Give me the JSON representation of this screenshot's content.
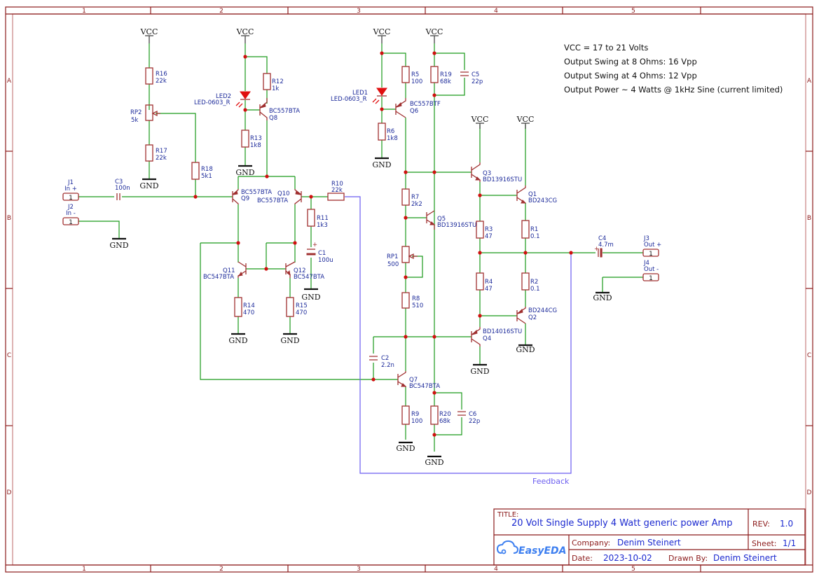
{
  "sheet": {
    "columns": [
      "1",
      "2",
      "3",
      "4",
      "5"
    ],
    "rows": [
      "A",
      "B",
      "C",
      "D"
    ]
  },
  "notes": [
    "VCC = 17 to 21 Volts",
    "Output Swing at 8 Ohms: 16 Vpp",
    "Output Swing at 4 Ohms: 12 Vpp",
    "Output Power ~ 4 Watts @ 1kHz Sine (current limited)"
  ],
  "nets": {
    "vcc": "VCC",
    "gnd": "GND",
    "feedback": "Feedback"
  },
  "components": {
    "R16": {
      "ref": "R16",
      "value": "22k"
    },
    "RP2": {
      "ref": "RP2",
      "value": "5k"
    },
    "R17": {
      "ref": "R17",
      "value": "22k"
    },
    "R18": {
      "ref": "R18",
      "value": "5k1"
    },
    "LED2": {
      "ref": "LED2",
      "value": "LED-0603_R"
    },
    "R12": {
      "ref": "R12",
      "value": "1k"
    },
    "Q8": {
      "ref": "Q8",
      "value": "BC557BTA"
    },
    "R13": {
      "ref": "R13",
      "value": "1k8"
    },
    "J1": {
      "ref": "J1",
      "value": "In +",
      "pin": "1"
    },
    "J2": {
      "ref": "J2",
      "value": "In -",
      "pin": "1"
    },
    "C3": {
      "ref": "C3",
      "value": "100n"
    },
    "Q9": {
      "ref": "Q9",
      "value": "BC557BTA"
    },
    "Q10": {
      "ref": "Q10",
      "value": "BC557BTA"
    },
    "R10": {
      "ref": "R10",
      "value": "22k"
    },
    "R11": {
      "ref": "R11",
      "value": "1k3"
    },
    "C1": {
      "ref": "C1",
      "value": "100u"
    },
    "Q11": {
      "ref": "Q11",
      "value": "BC547BTA"
    },
    "Q12": {
      "ref": "Q12",
      "value": "BC547BTA"
    },
    "R14": {
      "ref": "R14",
      "value": "470"
    },
    "R15": {
      "ref": "R15",
      "value": "470"
    },
    "LED1": {
      "ref": "LED1",
      "value": "LED-0603_R"
    },
    "R5": {
      "ref": "R5",
      "value": "100"
    },
    "Q6": {
      "ref": "Q6",
      "value": "BC557BTF"
    },
    "R6": {
      "ref": "R6",
      "value": "1k8"
    },
    "R19": {
      "ref": "R19",
      "value": "68k"
    },
    "C5": {
      "ref": "C5",
      "value": "22p"
    },
    "R7": {
      "ref": "R7",
      "value": "2k2"
    },
    "Q5": {
      "ref": "Q5",
      "value": "BD13916STU"
    },
    "RP1": {
      "ref": "RP1",
      "value": "500"
    },
    "R8": {
      "ref": "R8",
      "value": "510"
    },
    "C2": {
      "ref": "C2",
      "value": "2.2n"
    },
    "Q7": {
      "ref": "Q7",
      "value": "BC547BTA"
    },
    "R9": {
      "ref": "R9",
      "value": "100"
    },
    "R20": {
      "ref": "R20",
      "value": "68k"
    },
    "C6": {
      "ref": "C6",
      "value": "22p"
    },
    "Q3": {
      "ref": "Q3",
      "value": "BD13916STU"
    },
    "Q4": {
      "ref": "Q4",
      "value": "BD14016STU"
    },
    "R3": {
      "ref": "R3",
      "value": "47"
    },
    "R4": {
      "ref": "R4",
      "value": "47"
    },
    "Q1": {
      "ref": "Q1",
      "value": "BD243CG"
    },
    "Q2": {
      "ref": "Q2",
      "value": "BD244CG"
    },
    "R1": {
      "ref": "R1",
      "value": "0.1"
    },
    "R2": {
      "ref": "R2",
      "value": "0.1"
    },
    "C4": {
      "ref": "C4",
      "value": "4.7m"
    },
    "J3": {
      "ref": "J3",
      "value": "Out +",
      "pin": "1"
    },
    "J4": {
      "ref": "J4",
      "value": "Out -",
      "pin": "1"
    }
  },
  "title_block": {
    "title_label": "TITLE:",
    "title": "20 Volt Single Supply 4 Watt generic power Amp",
    "rev_label": "REV:",
    "rev": "1.0",
    "logo": "EasyEDA",
    "company_label": "Company:",
    "company": "Denim Steinert",
    "sheet_label": "Sheet:",
    "sheet": "1/1",
    "date_label": "Date:",
    "date": "2023-10-02",
    "drawn_label": "Drawn By:",
    "drawn_by": "Denim Steinert"
  }
}
